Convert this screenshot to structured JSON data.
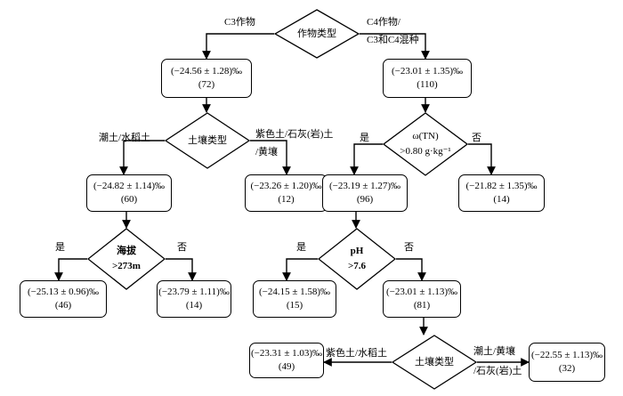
{
  "nodes": {
    "n_crop": {
      "kind": "decision",
      "title": "作物类型"
    },
    "n_c3": {
      "kind": "leaf",
      "value": "(−24.56 ± 1.28)‰",
      "count": "(72)"
    },
    "n_c4": {
      "kind": "leaf",
      "value": "(−23.01 ± 1.35)‰",
      "count": "(110)"
    },
    "n_soil1": {
      "kind": "decision",
      "title": "土壤类型"
    },
    "n_tn": {
      "kind": "decision",
      "title": "ω(TN)",
      "subtitle": ">0.80 g·kg⁻¹"
    },
    "n_l6014": {
      "kind": "leaf",
      "value": "(−24.82 ± 1.14)‰",
      "count": "(60)"
    },
    "n_l1226": {
      "kind": "leaf",
      "value": "(−23.26 ± 1.20)‰",
      "count": "(12)"
    },
    "n_l9619": {
      "kind": "leaf",
      "value": "(−23.19 ± 1.27)‰",
      "count": "(96)"
    },
    "n_l1421": {
      "kind": "leaf",
      "value": "(−21.82 ± 1.35)‰",
      "count": "(14)"
    },
    "n_alt": {
      "kind": "decision",
      "title": "海拔",
      "subtitle": ">273m"
    },
    "n_ph": {
      "kind": "decision",
      "title": "pH",
      "subtitle": ">7.6"
    },
    "n_l4613": {
      "kind": "leaf",
      "value": "(−25.13 ± 0.96)‰",
      "count": "(46)"
    },
    "n_l1479": {
      "kind": "leaf",
      "value": "(−23.79 ± 1.11)‰",
      "count": "(14)"
    },
    "n_l1524": {
      "kind": "leaf",
      "value": "(−24.15 ± 1.58)‰",
      "count": "(15)"
    },
    "n_l8101": {
      "kind": "leaf",
      "value": "(−23.01 ± 1.13)‰",
      "count": "(81)"
    },
    "n_soil2": {
      "kind": "decision",
      "title": "土壤类型"
    },
    "n_l4931": {
      "kind": "leaf",
      "value": "(−23.31 ± 1.03)‰",
      "count": "(49)"
    },
    "n_l3255": {
      "kind": "leaf",
      "value": "(−22.55 ± 1.13)‰",
      "count": "(32)"
    }
  },
  "edges": [
    {
      "from": "n_crop",
      "to": "n_c3",
      "label": "C3作物"
    },
    {
      "from": "n_crop",
      "to": "n_c4",
      "label": "C4作物/",
      "label2": "C3和C4混种"
    },
    {
      "from": "n_c3",
      "to": "n_soil1",
      "label": ""
    },
    {
      "from": "n_c4",
      "to": "n_tn",
      "label": ""
    },
    {
      "from": "n_soil1",
      "to": "n_l6014",
      "label": "潮土/水稻土"
    },
    {
      "from": "n_soil1",
      "to": "n_l1226",
      "label": "紫色土/石灰(岩)土",
      "label2": "/黄壤"
    },
    {
      "from": "n_tn",
      "to": "n_l9619",
      "label": "是"
    },
    {
      "from": "n_tn",
      "to": "n_l1421",
      "label": "否"
    },
    {
      "from": "n_l6014",
      "to": "n_alt",
      "label": ""
    },
    {
      "from": "n_l9619",
      "to": "n_ph",
      "label": ""
    },
    {
      "from": "n_alt",
      "to": "n_l4613",
      "label": "是"
    },
    {
      "from": "n_alt",
      "to": "n_l1479",
      "label": "否"
    },
    {
      "from": "n_ph",
      "to": "n_l1524",
      "label": "是"
    },
    {
      "from": "n_ph",
      "to": "n_l8101",
      "label": "否"
    },
    {
      "from": "n_l8101",
      "to": "n_soil2",
      "label": ""
    },
    {
      "from": "n_soil2",
      "to": "n_l4931",
      "label": "紫色土/水稻土"
    },
    {
      "from": "n_soil2",
      "to": "n_l3255",
      "label": "潮土/黄壤",
      "label2": "/石灰(岩)土"
    }
  ]
}
